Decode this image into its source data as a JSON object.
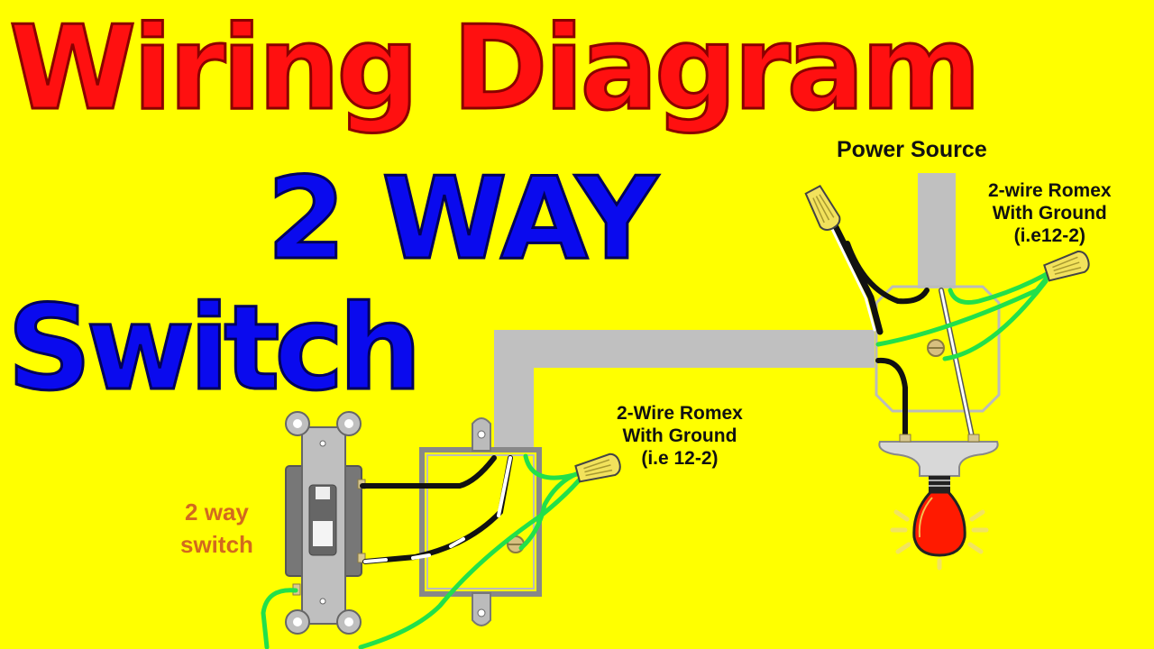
{
  "title": {
    "line1": "Wiring Diagram",
    "line2": "2 WAY",
    "line3": "Switch"
  },
  "labels": {
    "power_source": "Power Source",
    "romex_right": {
      "line1": "2-wire Romex",
      "line2": "With Ground",
      "line3": "(i.e12-2)"
    },
    "romex_middle": {
      "line1": "2-Wire Romex",
      "line2": "With Ground",
      "line3": "(i.e 12-2)"
    },
    "switch": {
      "line1": "2 way",
      "line2": "switch"
    }
  },
  "colors": {
    "background": "#FFFF00",
    "title_red": "#FF1010",
    "title_blue": "#0A0AEE",
    "switch_label": "#D2691E",
    "cable_gray": "#C0C0C0",
    "ground_wire": "#22E04A",
    "hot_wire": "#111111",
    "neutral_wire": "#FFFFFF",
    "wire_nut": "#F2E25C",
    "bulb": "#FF1A00"
  },
  "components": [
    "2-way switch",
    "switch box",
    "cable run",
    "ceiling junction box",
    "wire nuts",
    "light fixture",
    "light bulb"
  ]
}
